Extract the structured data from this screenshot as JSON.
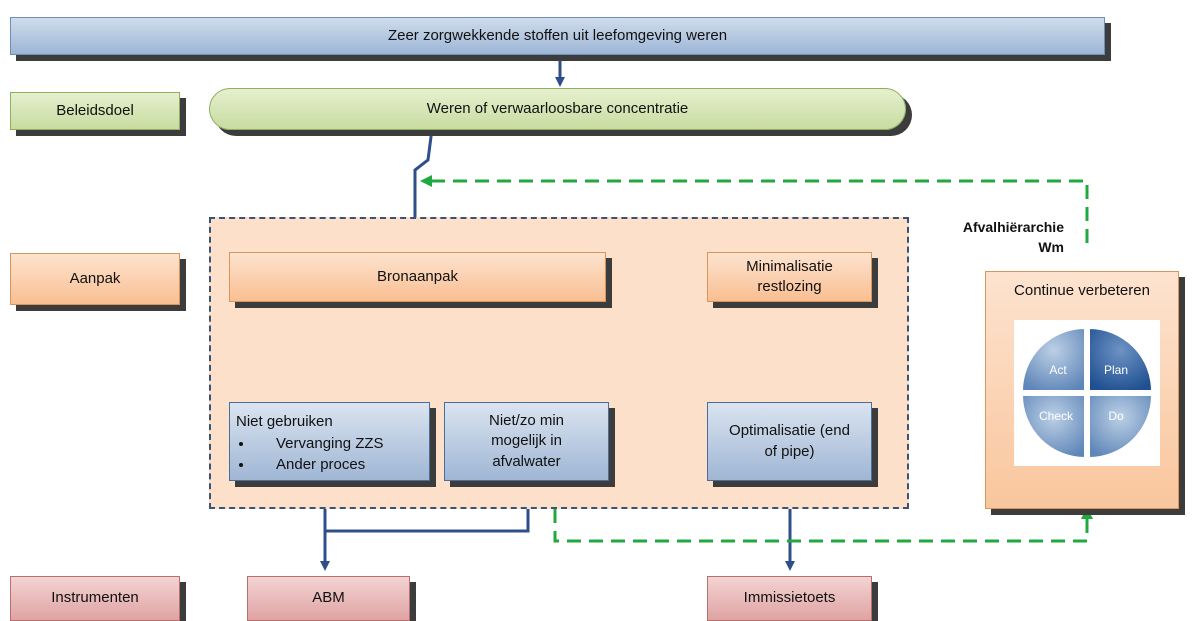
{
  "top_goal": "Zeer zorgwekkende stoffen uit leefomgeving weren",
  "rows": {
    "beleidsdoel": "Beleidsdoel",
    "aanpak": "Aanpak",
    "instrumenten": "Instrumenten"
  },
  "goal_box": "Weren of verwaarloosbare concentratie",
  "nodes": {
    "bronaanpak": "Bronaanpak",
    "minimalisatie_line1": "Minimalisatie",
    "minimalisatie_line2": "restlozing",
    "niet_gebruiken": {
      "title": "Niet gebruiken",
      "bullets": [
        "Vervanging ZZS",
        "Ander proces"
      ]
    },
    "niet_zo_min_line1": "Niet/zo min",
    "niet_zo_min_line2": "mogelijk in",
    "niet_zo_min_line3": "afvalwater",
    "optimalisatie_line1": "Optimalisatie (end",
    "optimalisatie_line2": "of pipe)",
    "abm": "ABM",
    "immissietoets": "Immissietoets"
  },
  "afvalhierarchie": {
    "line1": "Afvalhiërarchie",
    "line2": "Wm"
  },
  "continue_verbeteren": {
    "title": "Continue verbeteren",
    "cycle": [
      "Act",
      "Plan",
      "Check",
      "Do"
    ]
  },
  "colors": {
    "arrow": "#2f4f8a",
    "feedback": "#1fa93f"
  }
}
